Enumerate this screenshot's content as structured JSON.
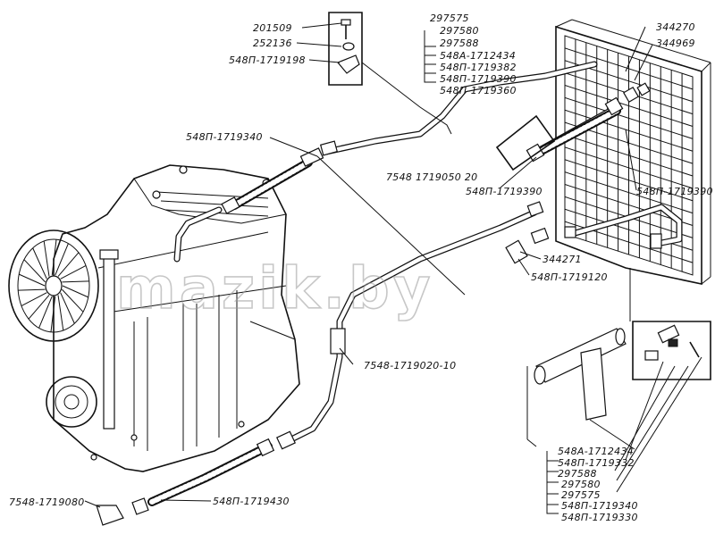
{
  "watermark": "mazik.by",
  "labels": {
    "p201509": "201509",
    "p252136": "252136",
    "p548p_1719198": "548П-1719198",
    "grp_top": [
      "297575",
      "297580",
      "297588",
      "548А-1712434",
      "548П-1719382",
      "548П-1719390",
      "548П-1719360"
    ],
    "p344270": "344270",
    "p344969": "344969",
    "p548p_1719340": "548П-1719340",
    "p7548_1719050_20": "7548 1719050 20",
    "p548p_1719390": "548П-1719390",
    "p548p_1719390b": "548П-1719390",
    "p344271": "344271",
    "p548p_1719120": "548П-1719120",
    "p7548_1719020_10": "7548-1719020-10",
    "grp_bottom": [
      "548А-1712434",
      "548П-1719332",
      "297588",
      "297580",
      "297575",
      "548П-1719340",
      "548П-1719330"
    ],
    "p7548_1719080": "7548-1719080",
    "p548p_1719430": "548П-1719430"
  }
}
